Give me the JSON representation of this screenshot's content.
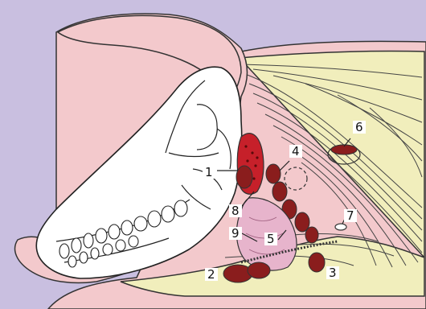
{
  "colors": {
    "background": "#c9bfe0",
    "skin": "#f3c9cc",
    "muscle": "#f1eebc",
    "skull": "#ffffff",
    "lymph_node": "#8a1d1d",
    "node_speckled": "#c6202a",
    "gland": "#e7b4cc",
    "outline": "#222222"
  },
  "labels": [
    {
      "id": "1",
      "text": "1"
    },
    {
      "id": "2",
      "text": "2"
    },
    {
      "id": "3",
      "text": "3"
    },
    {
      "id": "4",
      "text": "4"
    },
    {
      "id": "5",
      "text": "5"
    },
    {
      "id": "6",
      "text": "6"
    },
    {
      "id": "7",
      "text": "7"
    },
    {
      "id": "8",
      "text": "8"
    },
    {
      "id": "9",
      "text": "9"
    }
  ]
}
